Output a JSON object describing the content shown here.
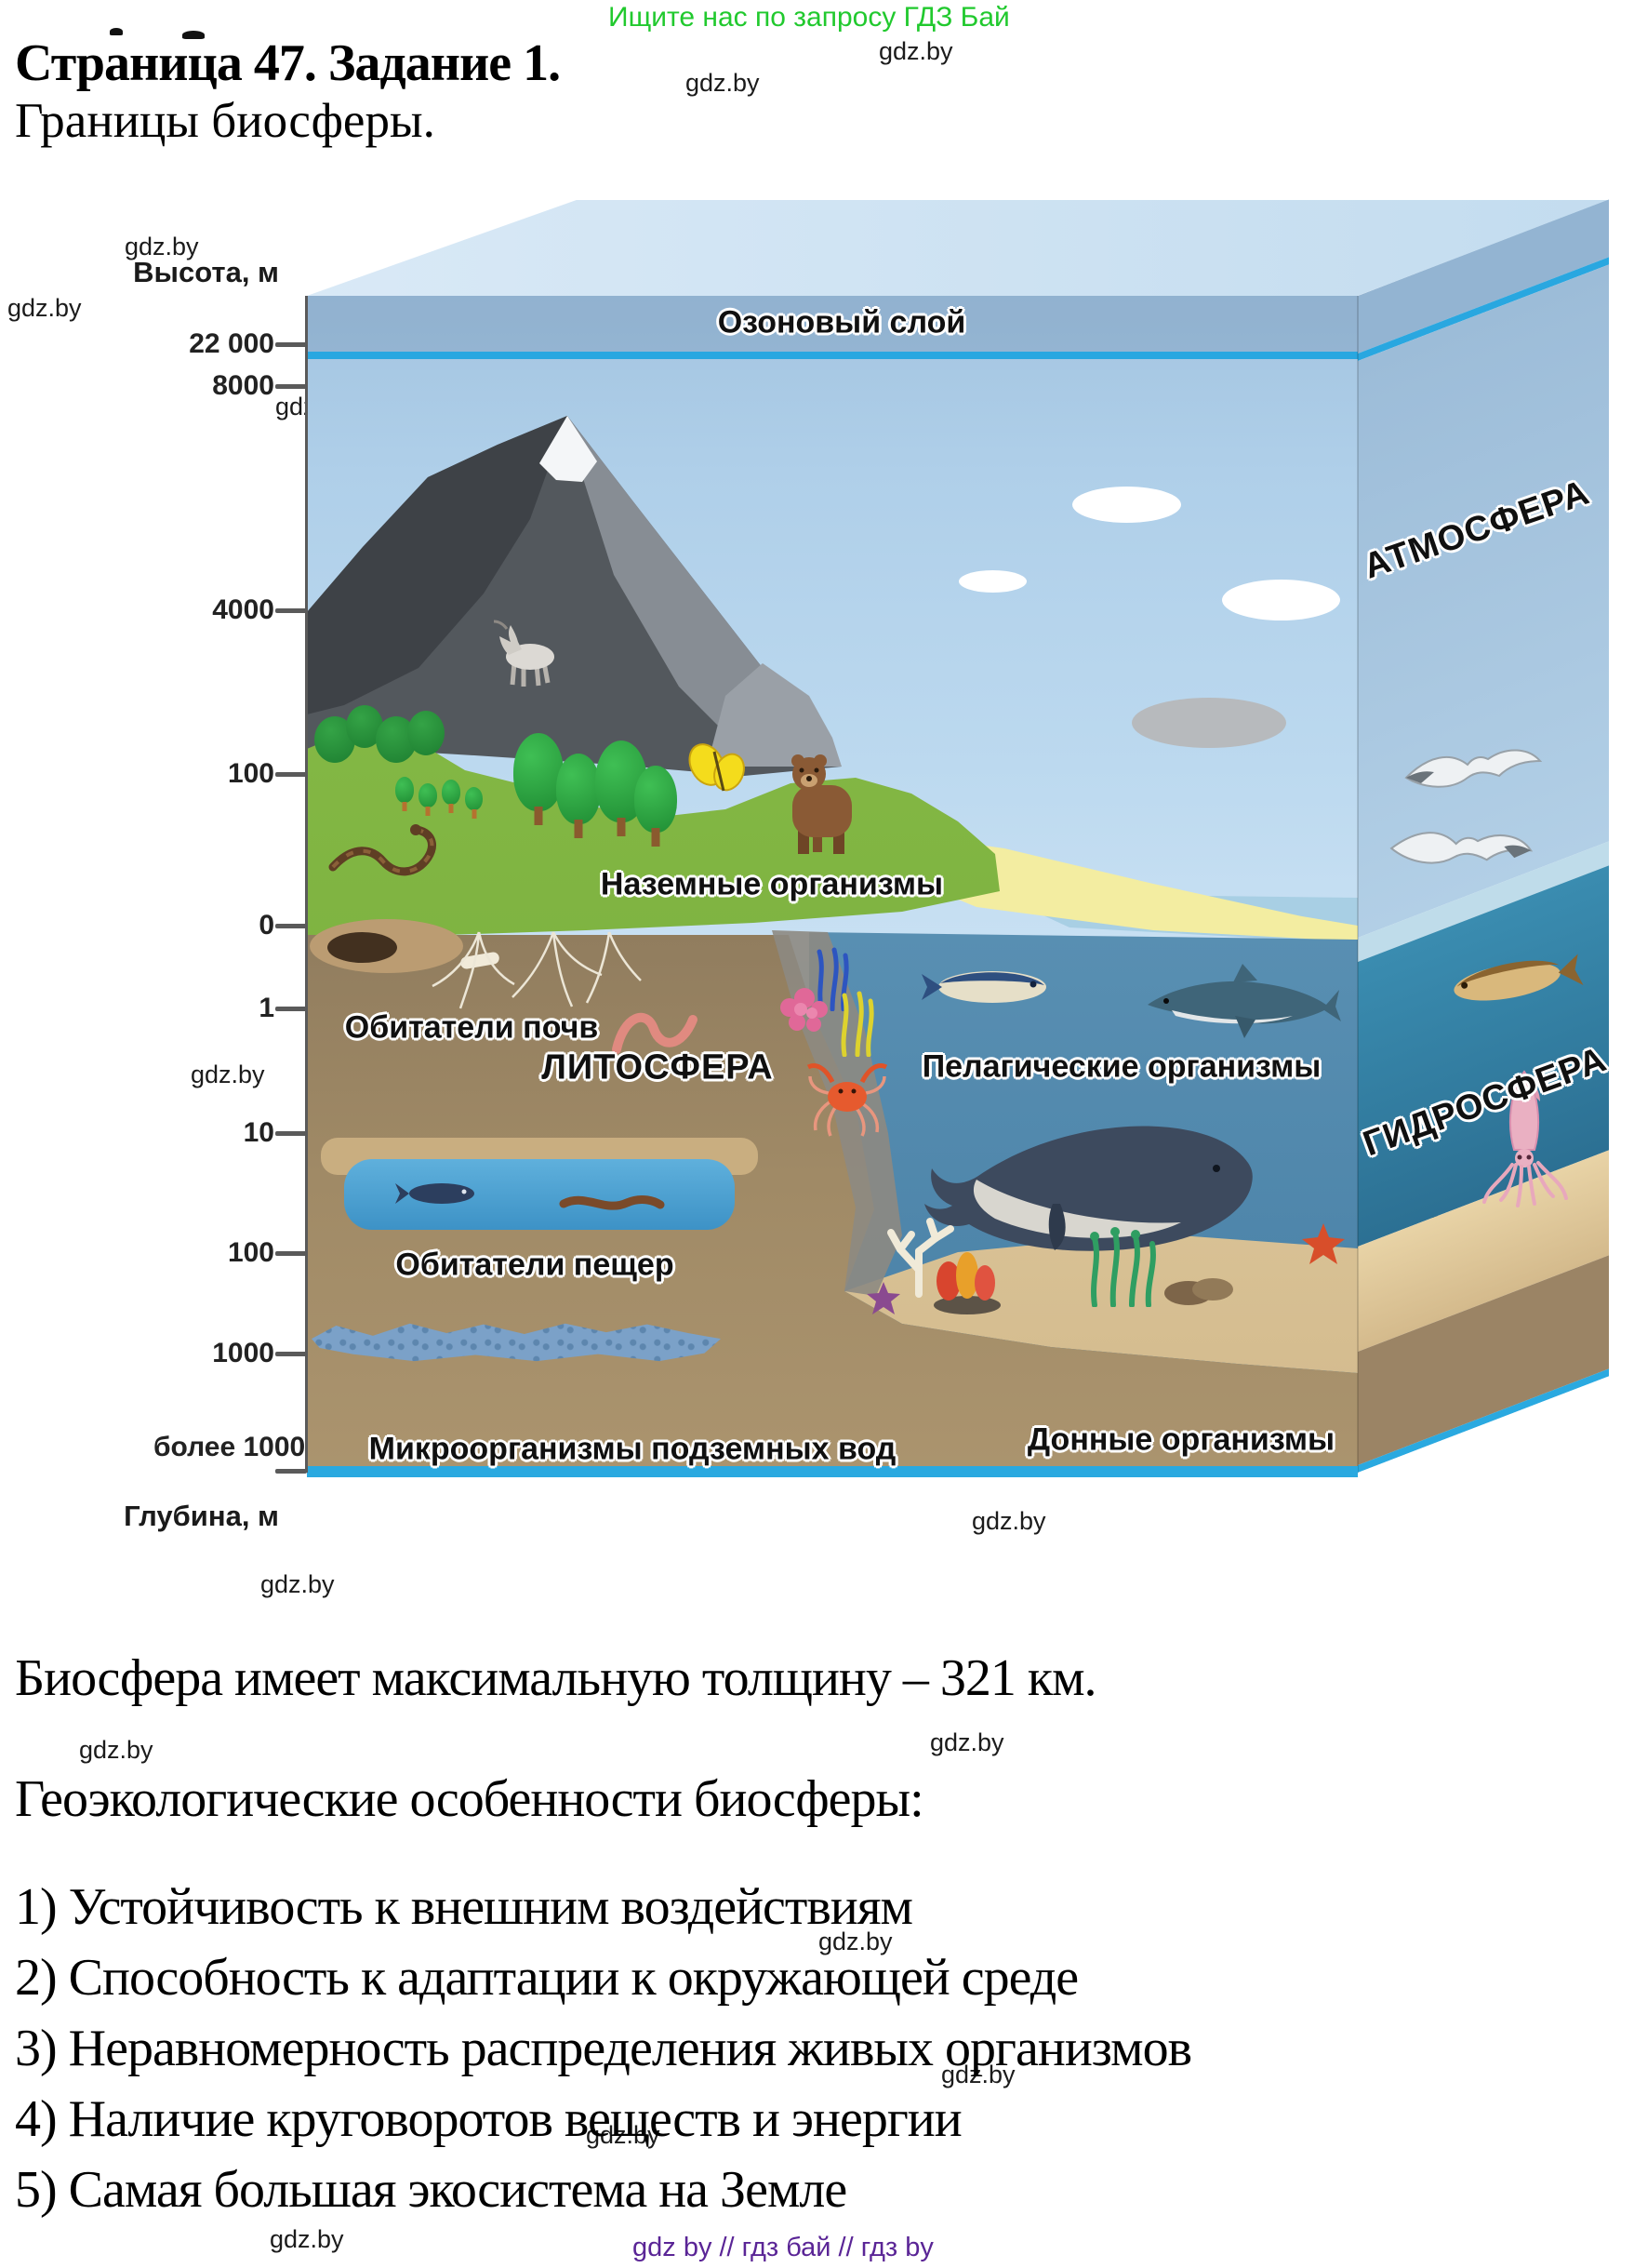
{
  "promo": "Ищите нас по запросу ГДЗ Бай",
  "page": {
    "title": "Страница 47. Задание 1.",
    "subtitle": "Границы биосферы."
  },
  "watermark": "gdz.by",
  "diagram": {
    "height_axis_label": "Высота, м",
    "depth_axis_label": "Глубина, м",
    "height_ticks": [
      "22 000",
      "8000",
      "4000",
      "100",
      "0"
    ],
    "depth_ticks": [
      "1",
      "10",
      "100",
      "1000",
      "более 1000"
    ],
    "zones": {
      "ozone": "Озоновый слой",
      "atmosphere": "АТМОСФЕРА",
      "hydrosphere": "ГИДРОСФЕРА",
      "lithosphere": "ЛИТОСФЕРА"
    },
    "organisms": {
      "terrestrial": "Наземные организмы",
      "soil": "Обитатели почв",
      "pelagic": "Пелагические организмы",
      "cave": "Обитатели пещер",
      "groundwater": "Микроорганизмы подземных вод",
      "benthic": "Донные организмы"
    }
  },
  "answer": {
    "thickness": "Биосфера имеет максимальную толщину – 321 км.",
    "features_title": "Геоэкологические особенности биосферы:",
    "features": [
      "1) Устойчивость к внешним воздействиям",
      "2) Способность к адаптации к окружающей среде",
      "3) Неравномерность распределения живых организмов",
      "4) Наличие круговоротов веществ и энергии",
      "5) Самая большая экосистема на Земле"
    ]
  },
  "footer": "gdz by  //  гдз бай  //  гдз by",
  "colors": {
    "promo_green": "#21c92e",
    "ozone_line_cyan": "#29a7e0",
    "sky_blue": "#bcd9ef",
    "hydrosphere_teal": "#2f7f9f",
    "lithosphere_brown": "#8a775b",
    "grass_green": "#7cb23e",
    "beach_yellow": "#f3eda1",
    "footer_purple": "#5a2596",
    "watermark_black": "#1b1b1b"
  }
}
